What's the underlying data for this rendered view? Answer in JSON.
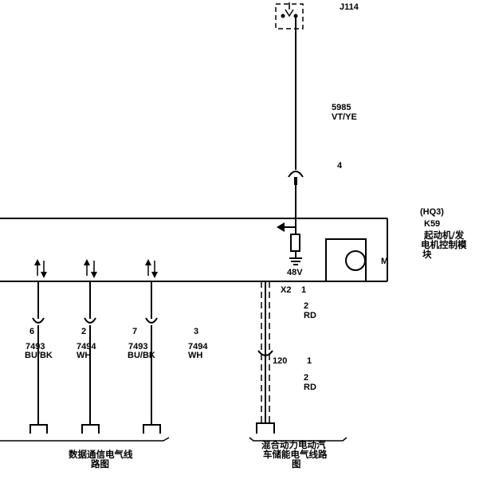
{
  "connector_top": {
    "id": "J114"
  },
  "top_wire": {
    "circuit": "5985",
    "color": "VT/YE",
    "pin": "4"
  },
  "module": {
    "option_code": "(HQ3)",
    "id": "K59",
    "name_line1": "起动机/发",
    "name_line2": "电机控制模",
    "name_line3": "块",
    "voltage": "48V",
    "motor_label": "M"
  },
  "x2": {
    "connector": "X2",
    "pin": "1"
  },
  "hv_wire": {
    "upper_pin": "2",
    "upper_color": "RD",
    "inline_connector": "120",
    "inline_pin": "1",
    "lower_pin": "2",
    "lower_color": "RD"
  },
  "data_wires": [
    {
      "pin": "6",
      "circuit": "7493",
      "color": "BU/BK"
    },
    {
      "pin": "2",
      "circuit": "7494",
      "color": "WH"
    },
    {
      "pin": "7",
      "circuit": "7493",
      "color": "BU/BK"
    },
    {
      "pin": "3",
      "circuit": "7494",
      "color": "WH"
    }
  ],
  "refs": {
    "data_line1": "数据通信电气线",
    "data_line2": "路图",
    "hv_line1": "混合动力电动汽",
    "hv_line2": "车储能电气线路",
    "hv_line3": "图"
  }
}
